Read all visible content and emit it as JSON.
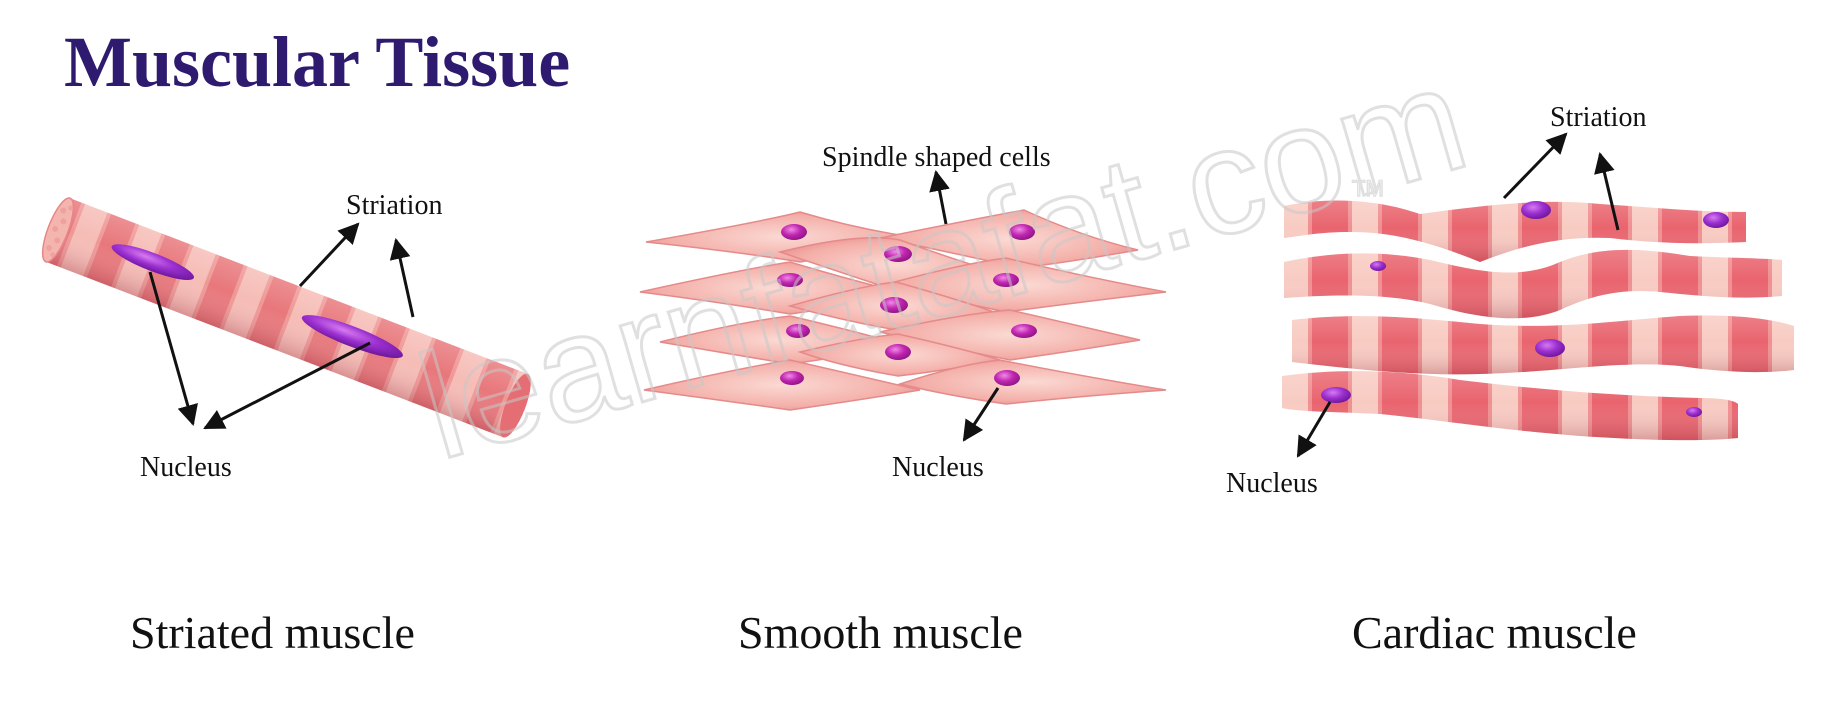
{
  "title": "Muscular Tissue",
  "colors": {
    "title": "#2E1A6E",
    "muscle_light": "#F7C2BC",
    "muscle_dark": "#E46E73",
    "nucleus_purple": "#9B2FD0",
    "nucleus_magenta": "#C026B0",
    "watermark": "#D9D9D9"
  },
  "watermark": "learnfatafat.com",
  "watermark_tm": "TM",
  "panels": {
    "striated": {
      "caption": "Striated muscle",
      "labels": {
        "striation": "Striation",
        "nucleus": "Nucleus"
      }
    },
    "smooth": {
      "caption": "Smooth muscle",
      "labels": {
        "spindle": "Spindle shaped cells",
        "nucleus": "Nucleus"
      }
    },
    "cardiac": {
      "caption": "Cardiac muscle",
      "labels": {
        "striation": "Striation",
        "nucleus": "Nucleus"
      }
    }
  }
}
